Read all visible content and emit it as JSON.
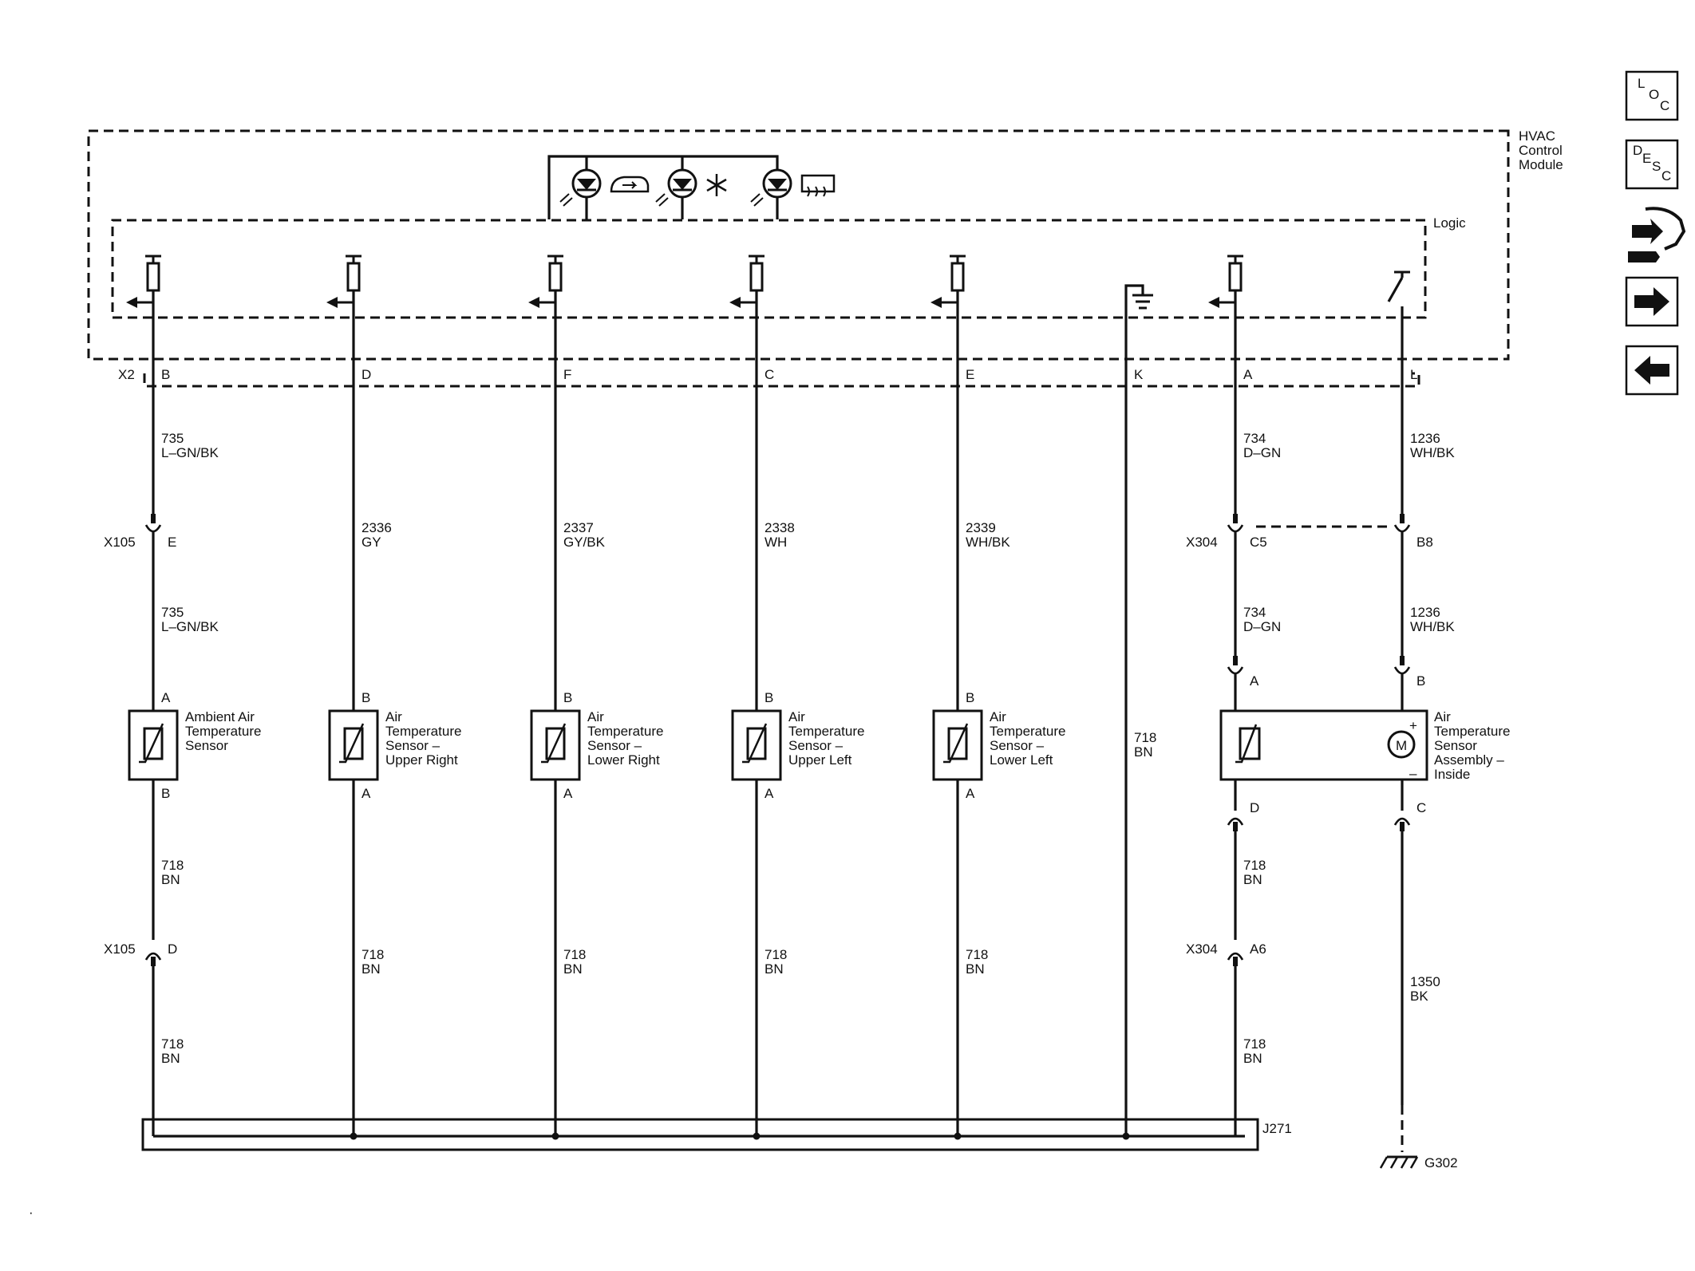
{
  "module": {
    "title_lines": [
      "HVAC",
      "Control",
      "Module"
    ],
    "logic_label": "Logic"
  },
  "header_connector": "X2",
  "circuits": [
    {
      "pin": "B",
      "top_wire": [
        "735",
        "L–GN/BK"
      ],
      "inline": {
        "conn": "X105",
        "pin": "E"
      },
      "mid_wire": [
        "735",
        "L–GN/BK"
      ],
      "sensor": {
        "top_pin": "A",
        "bottom_pin": "B",
        "label": [
          "Ambient Air",
          "Temperature",
          "Sensor"
        ]
      },
      "low_wire": [
        "718",
        "BN"
      ],
      "inline2": {
        "conn": "X105",
        "pin": "D"
      },
      "bottom_wire": [
        "718",
        "BN"
      ]
    },
    {
      "pin": "D",
      "top_wire": [
        "2336",
        "GY"
      ],
      "sensor": {
        "top_pin": "B",
        "bottom_pin": "A",
        "label": [
          "Air",
          "Temperature",
          "Sensor –",
          "Upper Right"
        ]
      },
      "bottom_wire": [
        "718",
        "BN"
      ]
    },
    {
      "pin": "F",
      "top_wire": [
        "2337",
        "GY/BK"
      ],
      "sensor": {
        "top_pin": "B",
        "bottom_pin": "A",
        "label": [
          "Air",
          "Temperature",
          "Sensor –",
          "Lower Right"
        ]
      },
      "bottom_wire": [
        "718",
        "BN"
      ]
    },
    {
      "pin": "C",
      "top_wire": [
        "2338",
        "WH"
      ],
      "sensor": {
        "top_pin": "B",
        "bottom_pin": "A",
        "label": [
          "Air",
          "Temperature",
          "Sensor –",
          "Upper Left"
        ]
      },
      "bottom_wire": [
        "718",
        "BN"
      ]
    },
    {
      "pin": "E",
      "top_wire": [
        "2339",
        "WH/BK"
      ],
      "sensor": {
        "top_pin": "B",
        "bottom_pin": "A",
        "label": [
          "Air",
          "Temperature",
          "Sensor –",
          "Lower Left"
        ]
      },
      "bottom_wire": [
        "718",
        "BN"
      ]
    },
    {
      "pin": "K",
      "wire": [
        "718",
        "BN"
      ]
    },
    {
      "pin": "A",
      "top_wire": [
        "734",
        "D–GN"
      ],
      "inline": {
        "conn": "X304",
        "pin": "C5"
      },
      "mid_wire": [
        "734",
        "D–GN"
      ],
      "sensor_top_pin": "A",
      "sensor_bottom_pin": "D",
      "low_wire": [
        "718",
        "BN"
      ],
      "inline2": {
        "conn": "X304",
        "pin": "A6"
      },
      "bottom_wire": [
        "718",
        "BN"
      ]
    },
    {
      "pin": "L",
      "top_wire": [
        "1236",
        "WH/BK"
      ],
      "inline": {
        "pin": "B8"
      },
      "mid_wire": [
        "1236",
        "WH/BK"
      ],
      "sensor_top_pin": "B",
      "sensor_bottom_pin": "C",
      "bottom_wire": [
        "1350",
        "BK"
      ]
    }
  ],
  "assembly": {
    "label": [
      "Air",
      "Temperature",
      "Sensor",
      "Assembly –",
      "Inside"
    ],
    "motor": "M",
    "plus": "+",
    "minus": "–"
  },
  "splice": "J271",
  "ground": "G302",
  "nav": {
    "loc": [
      "L",
      "O",
      "C"
    ],
    "desc": [
      "D",
      "E",
      "S",
      "C"
    ],
    "icons": [
      "connector-icon",
      "arrow-right-icon",
      "arrow-left-icon"
    ]
  }
}
